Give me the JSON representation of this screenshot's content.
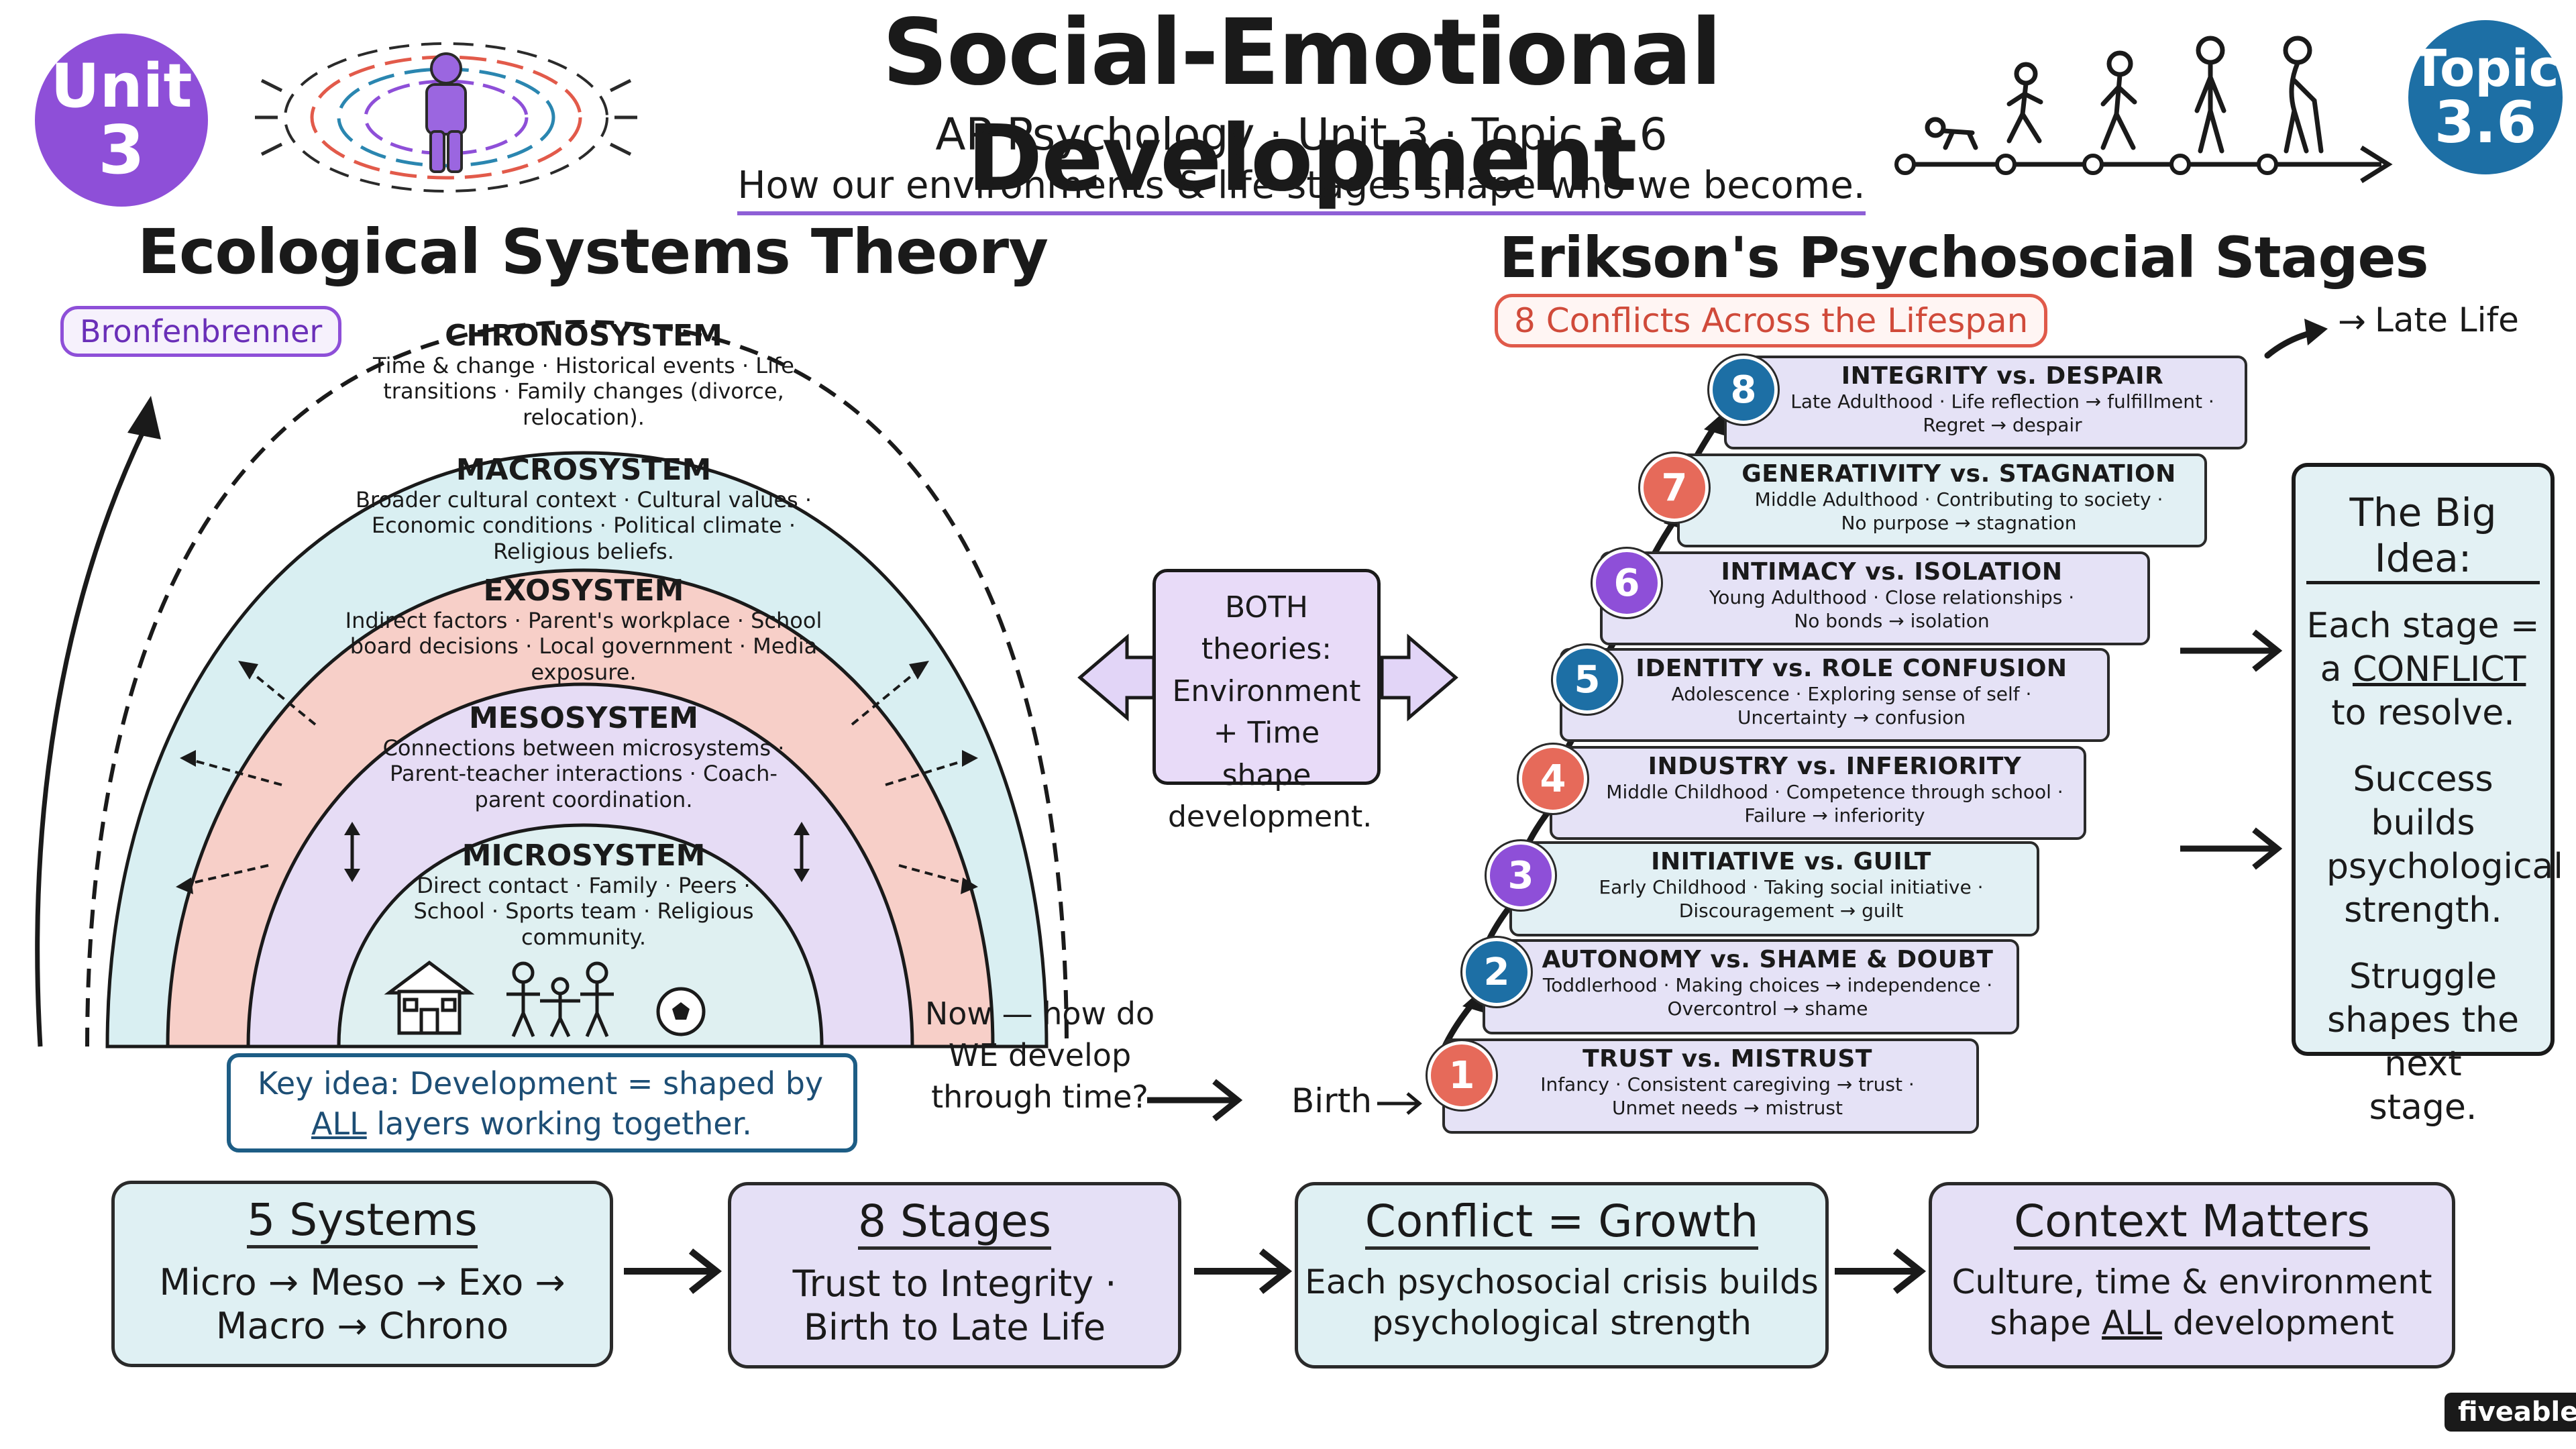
{
  "header": {
    "unit_badge_line1": "Unit",
    "unit_badge_line2": "3",
    "title": "Social-Emotional Development",
    "subtitle": "AP Psychology · Unit 3 · Topic 3.6",
    "tagline": "How our environments & life stages shape who we become.",
    "topic_badge_line1": "Topic",
    "topic_badge_line2": "3.6"
  },
  "ecological": {
    "title": "Ecological Systems Theory",
    "author_pill": "Bronfenbrenner",
    "layers": [
      {
        "name": "CHRONOSYSTEM",
        "text": "Time & change · Historical events · Life transitions · Family changes (divorce, relocation)."
      },
      {
        "name": "MACROSYSTEM",
        "text": "Broader cultural context · Cultural values · Economic conditions · Political climate · Religious beliefs."
      },
      {
        "name": "EXOSYSTEM",
        "text": "Indirect factors · Parent's workplace · School board decisions · Local government · Media exposure."
      },
      {
        "name": "MESOSYSTEM",
        "text": "Connections between microsystems · Parent-teacher interactions · Coach-parent coordination."
      },
      {
        "name": "MICROSYSTEM",
        "text": "Direct contact · Family · Peers · School · Sports team · Religious community."
      }
    ],
    "key_idea_line1": "Key idea: Development = shaped by",
    "key_idea_line2_em": "ALL",
    "key_idea_line2_rest": "layers working together."
  },
  "both_theories": {
    "text": "BOTH theories: Environment + Time shape development."
  },
  "now_question": "Now — how do WE develop through time?",
  "birth_label": "Birth",
  "late_life_label": "Late Life",
  "erikson": {
    "title": "Erikson's Psychosocial Stages",
    "conflicts_pill": "8 Conflicts Across the Lifespan",
    "stages": [
      {
        "num": "1",
        "title": "TRUST vs. MISTRUST",
        "line1": "Infancy · Consistent caregiving → trust ·",
        "line2": "Unmet needs → mistrust"
      },
      {
        "num": "2",
        "title": "AUTONOMY vs. SHAME & DOUBT",
        "line1": "Toddlerhood · Making choices → independence ·",
        "line2": "Overcontrol → shame"
      },
      {
        "num": "3",
        "title": "INITIATIVE vs. GUILT",
        "line1": "Early Childhood · Taking social initiative ·",
        "line2": "Discouragement → guilt"
      },
      {
        "num": "4",
        "title": "INDUSTRY vs. INFERIORITY",
        "line1": "Middle Childhood · Competence through school ·",
        "line2": "Failure → inferiority"
      },
      {
        "num": "5",
        "title": "IDENTITY vs. ROLE CONFUSION",
        "line1": "Adolescence · Exploring sense of self ·",
        "line2": "Uncertainty → confusion"
      },
      {
        "num": "6",
        "title": "INTIMACY vs. ISOLATION",
        "line1": "Young Adulthood · Close relationships ·",
        "line2": "No bonds → isolation"
      },
      {
        "num": "7",
        "title": "GENERATIVITY vs. STAGNATION",
        "line1": "Middle Adulthood · Contributing to society ·",
        "line2": "No purpose → stagnation"
      },
      {
        "num": "8",
        "title": "INTEGRITY vs. DESPAIR",
        "line1": "Late Adulthood · Life reflection → fulfillment ·",
        "line2": "Regret → despair"
      }
    ]
  },
  "big_idea": {
    "title": "The Big Idea:",
    "p1_a": "Each stage =",
    "p1_b": "a",
    "p1_em": "CONFLICT",
    "p1_c": "to resolve.",
    "p2": "Success builds psychological strength.",
    "p3": "Struggle shapes the next stage."
  },
  "bottom": [
    {
      "title": "5 Systems",
      "line1": "Micro → Meso → Exo →",
      "line2": "Macro → Chrono"
    },
    {
      "title": "8 Stages",
      "line1": "Trust to Integrity ·",
      "line2": "Birth to Late Life"
    },
    {
      "title": "Conflict = Growth",
      "line1": "Each psychosocial crisis builds",
      "line2": "psychological strength"
    },
    {
      "title": "Context Matters",
      "line1": "Culture, time & environment",
      "line2_a": "shape",
      "line2_em": "ALL",
      "line2_b": "development"
    }
  ],
  "brand": "fiveable",
  "colors": {
    "purple": "#8e4fd8",
    "blue": "#1d6fa5",
    "macro": "#d9eff2",
    "exo": "#f7cfc8",
    "meso": "#e6dcf5",
    "micro": "#dff0f1",
    "lavender_box": "#e5e2f6",
    "teal_box": "#dff0f3",
    "red_pill": "#e05a4a"
  }
}
